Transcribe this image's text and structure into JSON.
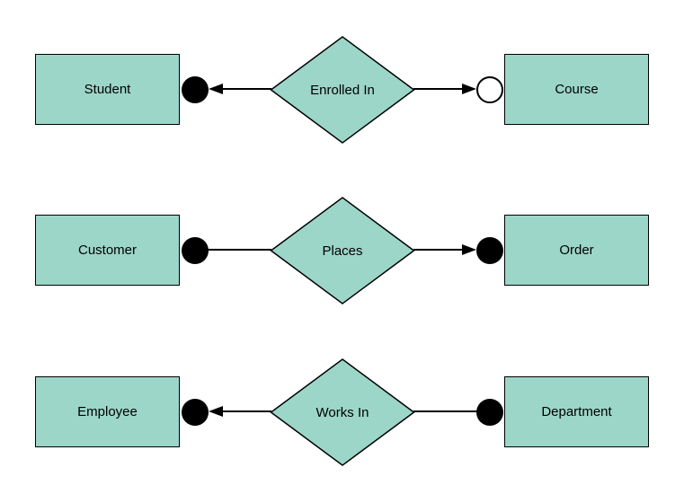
{
  "colors": {
    "shape_fill": "#9cd6c8",
    "shape_border": "#000000",
    "connector": "#000000",
    "background": "#ffffff"
  },
  "rows": [
    {
      "left_entity": "Student",
      "relationship": "Enrolled In",
      "right_entity": "Course",
      "left_terminal": "filled-circle",
      "left_arrowhead": "points-to-left-entity",
      "right_terminal": "open-circle",
      "right_arrowhead": "points-to-right-entity"
    },
    {
      "left_entity": "Customer",
      "relationship": "Places",
      "right_entity": "Order",
      "left_terminal": "filled-circle",
      "left_arrowhead": "none",
      "right_terminal": "filled-circle",
      "right_arrowhead": "points-to-right-entity"
    },
    {
      "left_entity": "Employee",
      "relationship": "Works In",
      "right_entity": "Department",
      "left_terminal": "filled-circle",
      "left_arrowhead": "points-to-left-entity",
      "right_terminal": "filled-circle",
      "right_arrowhead": "none"
    }
  ]
}
